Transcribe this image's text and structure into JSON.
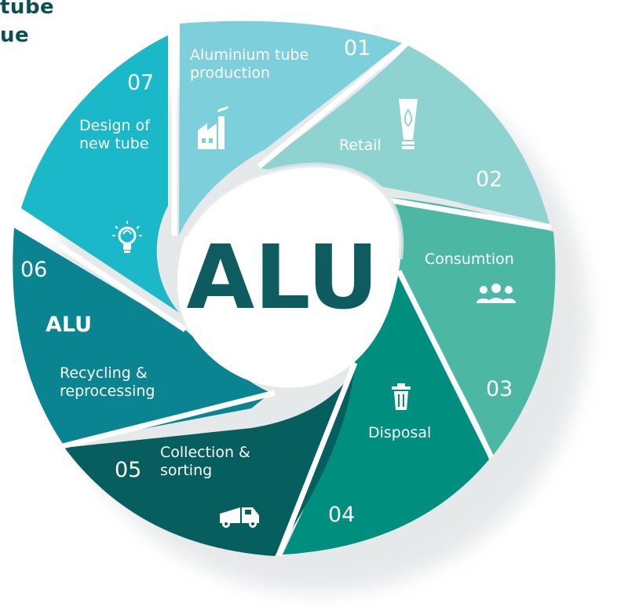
{
  "title_fragment": {
    "line1": "tube",
    "line2": "ue"
  },
  "center_label": "ALU",
  "colors": {
    "s01": "#7ecfdc",
    "s02": "#8ed3cf",
    "s03": "#4cb8a3",
    "s04": "#008f7e",
    "s05": "#065f5e",
    "s06": "#0b8492",
    "s07": "#1ab8c8",
    "center_text": "#0e5b60"
  },
  "segments": [
    {
      "number": "01",
      "lines": [
        "Aluminium tube",
        "production"
      ],
      "icon": "factory-icon"
    },
    {
      "number": "02",
      "lines": [
        "Retail"
      ],
      "icon": "tube-icon"
    },
    {
      "number": "03",
      "lines": [
        "Consumtion"
      ],
      "icon": "people-icon"
    },
    {
      "number": "04",
      "lines": [
        "Disposal"
      ],
      "icon": "trash-icon"
    },
    {
      "number": "05",
      "lines": [
        "Collection &",
        "sorting"
      ],
      "icon": "truck-icon"
    },
    {
      "number": "06",
      "alu": "ALU",
      "lines": [
        "Recycling &",
        "reprocessing"
      ],
      "icon": ""
    },
    {
      "number": "07",
      "lines": [
        "Design of",
        "new tube"
      ],
      "icon": "lightbulb-icon"
    }
  ]
}
